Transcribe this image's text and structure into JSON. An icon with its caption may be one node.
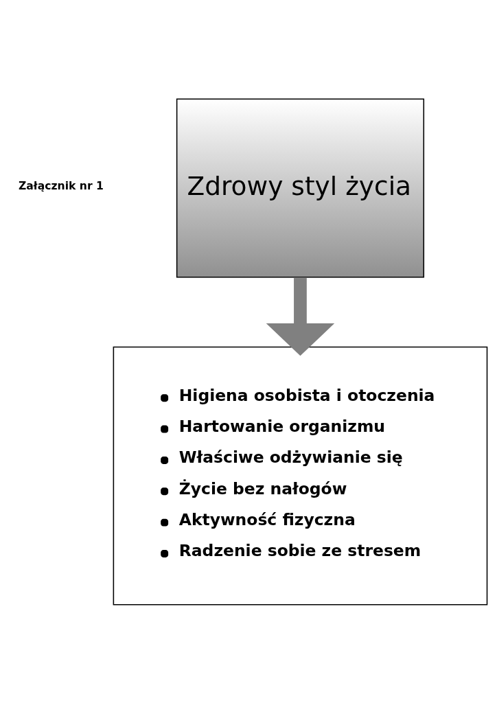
{
  "diagram": {
    "nodes": [
      {
        "text": [
          "Zdrowy styl życia"
        ]
      },
      {
        "text": [
          "Higiena osobista i otoczenia",
          "Hartowanie organizmu",
          "Właściwe odżywianie się",
          "Życie bez nałogów",
          "Aktywność fizyczna",
          "Radzenie sobie ze stresem"
        ]
      }
    ],
    "edges": [
      {
        "from": 0,
        "to": 1,
        "arrow": "to"
      }
    ],
    "labels": [
      "Załącznik nr 1"
    ]
  }
}
